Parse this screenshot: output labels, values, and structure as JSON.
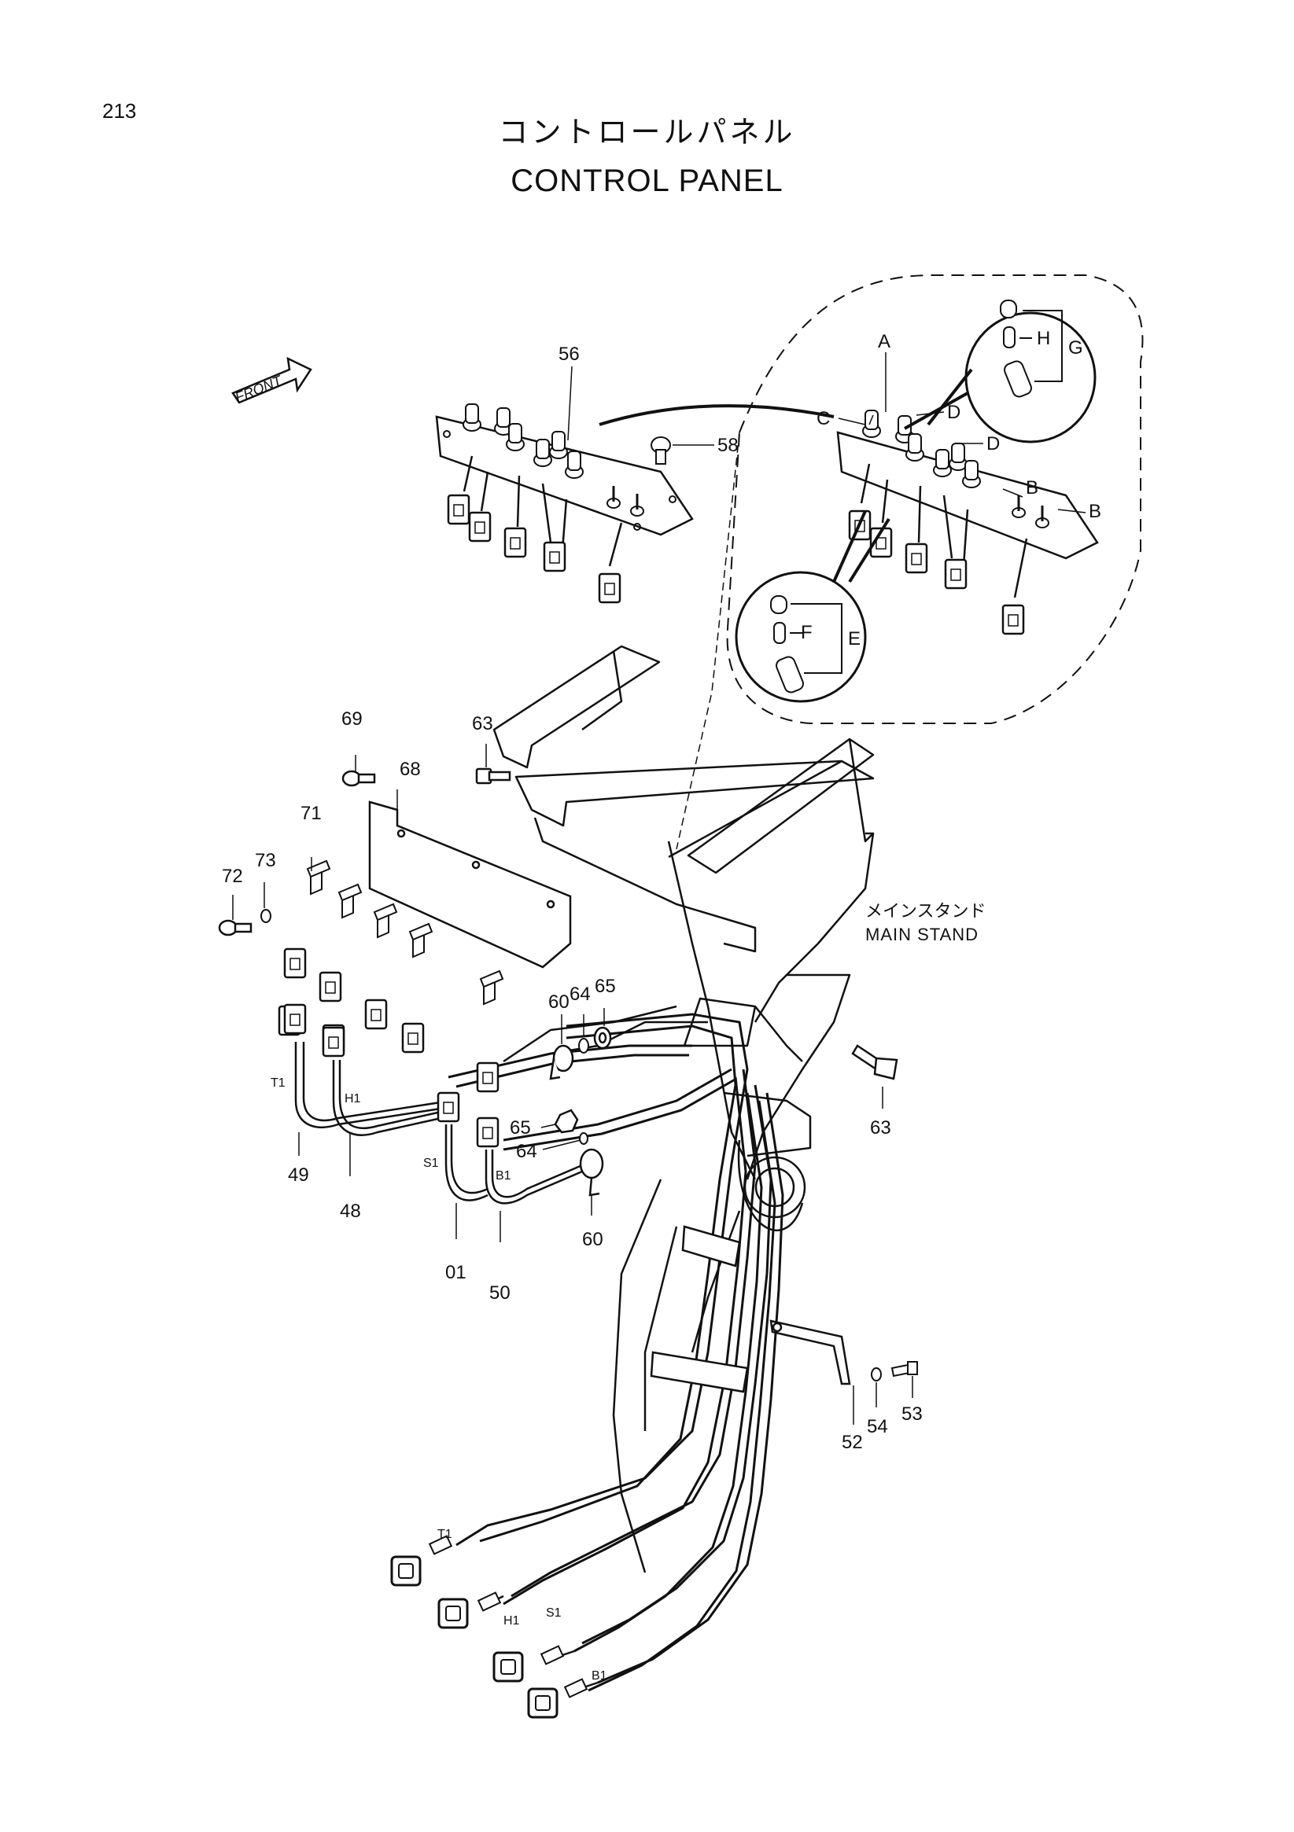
{
  "page_number": "213",
  "title": {
    "japanese": "コントロールパネル",
    "english": "CONTROL PANEL"
  },
  "front_label": "FRONT",
  "main_stand": {
    "japanese": "メインスタンド",
    "english": "MAIN STAND"
  },
  "callouts": {
    "n56": "56",
    "n58": "58",
    "n69": "69",
    "n63a": "63",
    "n68": "68",
    "n71": "71",
    "n73": "73",
    "n72": "72",
    "n60a": "60",
    "n64a": "64",
    "n65a": "65",
    "n63b": "63",
    "n65b": "65",
    "n64b": "64",
    "n49": "49",
    "n48": "48",
    "n01": "01",
    "n50": "50",
    "n60b": "60",
    "n52": "52",
    "n54": "54",
    "n53": "53",
    "A": "A",
    "B1": "B",
    "B2": "B",
    "C": "C",
    "D1": "D",
    "D2": "D",
    "E": "E",
    "F": "F",
    "G": "G",
    "H": "H"
  },
  "wire_labels": {
    "t1_top": "T1",
    "h1_top": "H1",
    "s1_top": "S1",
    "b1_top": "B1",
    "t1_bottom": "T1",
    "h1_bottom": "H1",
    "s1_bottom": "S1",
    "b1_bottom": "B1"
  }
}
